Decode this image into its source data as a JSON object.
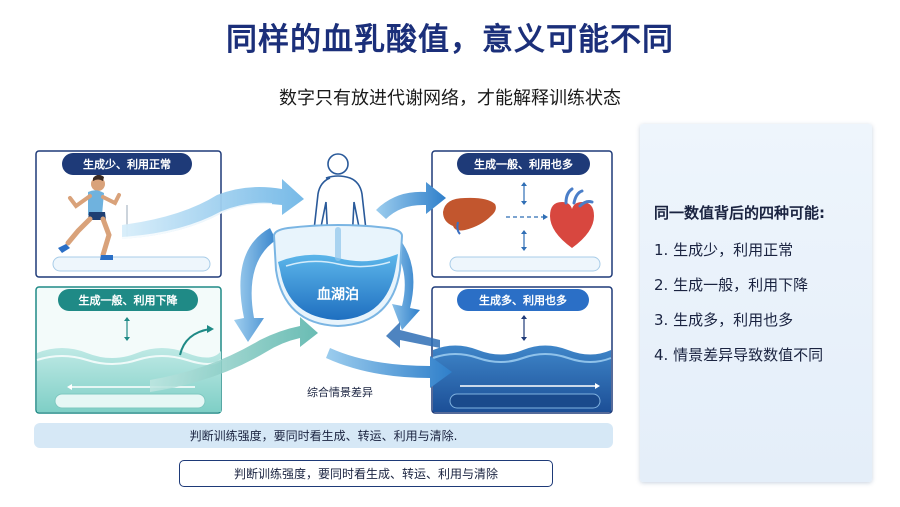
{
  "title": "同样的血乳酸值，意义可能不同",
  "subtitle": "数字只有放进代谢网络，才能解释训练状态",
  "diagram": {
    "center_label": "血湖泊",
    "caption": "综合情景差异",
    "panels": {
      "top_left": "生成少、利用正常",
      "top_right": "生成一般、利用也多",
      "bottom_left": "生成一般、利用下降",
      "bottom_right": "生成多、利用也多"
    }
  },
  "note_bar": "判断训练强度，要同时看生成、转运、利用与清除.",
  "note_box": "判断训练强度，要同时看生成、转运、利用与清除",
  "sidebar": {
    "heading": "同一数值背后的四种可能:",
    "items": [
      "1. 生成少，利用正常",
      "2. 生成一般，利用下降",
      "3. 生成多，利用也多",
      "4. 情景差异导致数值不同"
    ]
  },
  "colors": {
    "title": "#1b2f7a",
    "navy": "#1e3a78",
    "teal": "#1f8a86",
    "blue": "#2b7bd0",
    "light_blue": "#bcdcf3"
  }
}
